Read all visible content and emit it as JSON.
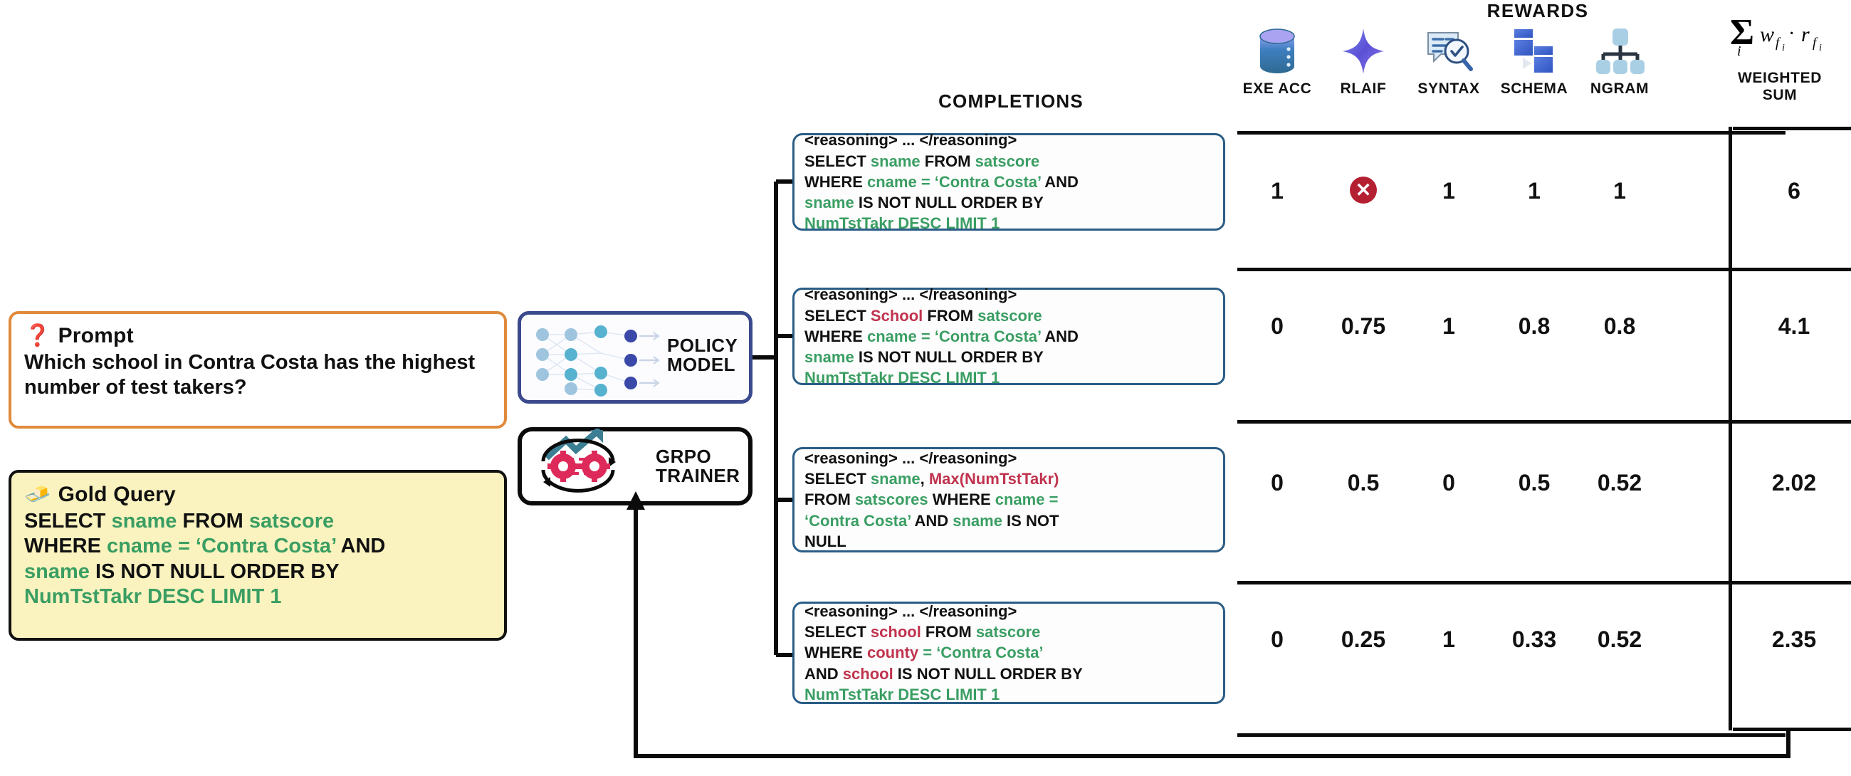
{
  "prompt": {
    "emoji": "❓",
    "title": "Prompt",
    "text": "Which school in Contra Costa has the highest number of test takers?"
  },
  "gold_query": {
    "emoji": "🧈",
    "title": "Gold Query",
    "sql_tokens": [
      {
        "t": "SELECT ",
        "c": "k"
      },
      {
        "t": "sname ",
        "c": "g"
      },
      {
        "t": "FROM ",
        "c": "k"
      },
      {
        "t": "satscore",
        "c": "g"
      },
      {
        "t": "\n",
        "c": "k"
      },
      {
        "t": "WHERE ",
        "c": "k"
      },
      {
        "t": "cname = ‘Contra Costa’ ",
        "c": "g"
      },
      {
        "t": "AND",
        "c": "k"
      },
      {
        "t": "\n",
        "c": "k"
      },
      {
        "t": "sname ",
        "c": "g"
      },
      {
        "t": "IS NOT NULL ORDER BY",
        "c": "k"
      },
      {
        "t": "\n",
        "c": "k"
      },
      {
        "t": "NumTstTakr DESC LIMIT 1",
        "c": "g"
      }
    ]
  },
  "blocks": {
    "policy_model": "POLICY\nMODEL",
    "grpo_trainer": "GRPO\nTRAINER"
  },
  "completions": {
    "title": "COMPLETIONS",
    "items": [
      {
        "reasoning": "<reasoning> ... </reasoning>",
        "tokens": [
          {
            "t": "SELECT ",
            "c": "k"
          },
          {
            "t": "sname ",
            "c": "g"
          },
          {
            "t": "FROM ",
            "c": "k"
          },
          {
            "t": "satscore",
            "c": "g"
          },
          {
            "t": "\n",
            "c": "k"
          },
          {
            "t": "WHERE ",
            "c": "k"
          },
          {
            "t": "cname = ‘Contra Costa’ ",
            "c": "g"
          },
          {
            "t": "AND",
            "c": "k"
          },
          {
            "t": "\n",
            "c": "k"
          },
          {
            "t": "sname ",
            "c": "g"
          },
          {
            "t": "IS NOT NULL ORDER BY",
            "c": "k"
          },
          {
            "t": "\n",
            "c": "k"
          },
          {
            "t": "NumTstTakr DESC LIMIT 1",
            "c": "g"
          }
        ]
      },
      {
        "reasoning": "<reasoning> ... </reasoning>",
        "tokens": [
          {
            "t": "SELECT ",
            "c": "k"
          },
          {
            "t": "School ",
            "c": "r"
          },
          {
            "t": "FROM ",
            "c": "k"
          },
          {
            "t": "satscore",
            "c": "g"
          },
          {
            "t": "\n",
            "c": "k"
          },
          {
            "t": "WHERE ",
            "c": "k"
          },
          {
            "t": "cname = ‘Contra Costa’ ",
            "c": "g"
          },
          {
            "t": "AND",
            "c": "k"
          },
          {
            "t": "\n",
            "c": "k"
          },
          {
            "t": "sname ",
            "c": "g"
          },
          {
            "t": "IS NOT NULL ORDER BY",
            "c": "k"
          },
          {
            "t": "\n",
            "c": "k"
          },
          {
            "t": "NumTstTakr DESC LIMIT 1",
            "c": "g"
          }
        ]
      },
      {
        "reasoning": "<reasoning> ... </reasoning>",
        "tokens": [
          {
            "t": "SELECT ",
            "c": "k"
          },
          {
            "t": "sname",
            "c": "g"
          },
          {
            "t": ", ",
            "c": "k"
          },
          {
            "t": "Max(NumTstTakr)",
            "c": "r"
          },
          {
            "t": "\n",
            "c": "k"
          },
          {
            "t": "FROM ",
            "c": "k"
          },
          {
            "t": "satscores ",
            "c": "g"
          },
          {
            "t": "WHERE ",
            "c": "k"
          },
          {
            "t": "cname =",
            "c": "g"
          },
          {
            "t": "\n",
            "c": "k"
          },
          {
            "t": "‘Contra Costa’ ",
            "c": "g"
          },
          {
            "t": "AND ",
            "c": "k"
          },
          {
            "t": "sname ",
            "c": "g"
          },
          {
            "t": "IS NOT",
            "c": "k"
          },
          {
            "t": "\n",
            "c": "k"
          },
          {
            "t": "NULL",
            "c": "k"
          }
        ]
      },
      {
        "reasoning": "<reasoning> ... </reasoning>",
        "tokens": [
          {
            "t": "SELECT ",
            "c": "k"
          },
          {
            "t": "school ",
            "c": "r"
          },
          {
            "t": "FROM ",
            "c": "k"
          },
          {
            "t": "satscore",
            "c": "g"
          },
          {
            "t": "\n",
            "c": "k"
          },
          {
            "t": "WHERE ",
            "c": "k"
          },
          {
            "t": "county ",
            "c": "r"
          },
          {
            "t": "= ‘Contra Costa’",
            "c": "g"
          },
          {
            "t": "\n",
            "c": "k"
          },
          {
            "t": "AND ",
            "c": "k"
          },
          {
            "t": "school ",
            "c": "r"
          },
          {
            "t": "IS NOT NULL ORDER BY",
            "c": "k"
          },
          {
            "t": "\n",
            "c": "k"
          },
          {
            "t": "NumTstTakr DESC LIMIT 1",
            "c": "g"
          }
        ]
      }
    ]
  },
  "rewards": {
    "title": "REWARDS",
    "columns": [
      {
        "label": "EXE ACC",
        "icon": "database-icon"
      },
      {
        "label": "RLAIF",
        "icon": "sparkle-icon"
      },
      {
        "label": "SYNTAX",
        "icon": "document-magnifier-check-icon"
      },
      {
        "label": "SCHEMA",
        "icon": "schema-mapping-icon"
      },
      {
        "label": "NGRAM",
        "icon": "tree-hierarchy-icon"
      }
    ],
    "weighted_sum": {
      "formula": "Σ  w_fi · r_fi",
      "label": "WEIGHTED\nSUM"
    },
    "error_icon": "error-cross-icon"
  },
  "chart_data": {
    "type": "table",
    "title": "REWARDS",
    "columns": [
      "EXE ACC",
      "RLAIF",
      "SYNTAX",
      "SCHEMA",
      "NGRAM",
      "WEIGHTED SUM"
    ],
    "rows": [
      {
        "values": [
          "1",
          "✕",
          "1",
          "1",
          "1"
        ],
        "weighted_sum": "6"
      },
      {
        "values": [
          "0",
          "0.75",
          "1",
          "0.8",
          "0.8"
        ],
        "weighted_sum": "4.1"
      },
      {
        "values": [
          "0",
          "0.5",
          "0",
          "0.5",
          "0.52"
        ],
        "weighted_sum": "2.02"
      },
      {
        "values": [
          "0",
          "0.25",
          "1",
          "0.33",
          "0.52"
        ],
        "weighted_sum": "2.35"
      }
    ]
  },
  "colors": {
    "prompt_border": "#e08a3c",
    "gold_bg": "#fbf3bf",
    "policy_border": "#3b4a8c",
    "completion_border": "#2a5d86",
    "sql_identifier": "#3a9e63",
    "sql_error": "#c0334e",
    "error_badge": "#b51f32",
    "line": "#0b0b0b"
  }
}
